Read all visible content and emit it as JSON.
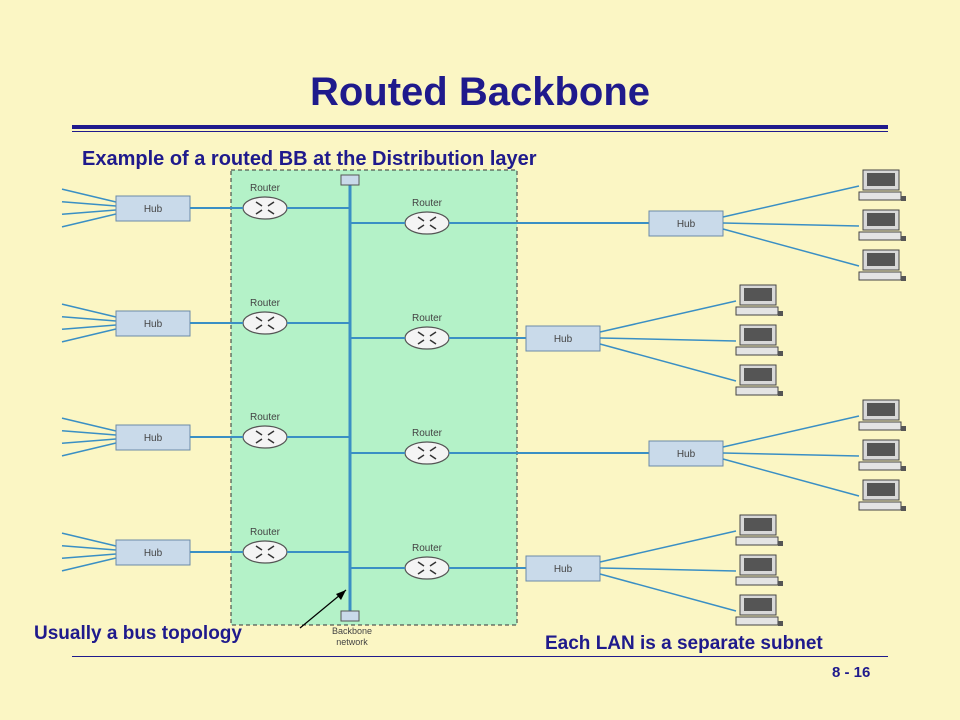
{
  "title": "Routed Backbone",
  "subtitle": "Example of a routed BB at the Distribution layer",
  "notes": {
    "bus": "Usually a bus topology",
    "subnet": "Each LAN is a separate subnet"
  },
  "page_number": "8 - 16",
  "labels": {
    "hub": "Hub",
    "router": "Router",
    "backbone_line1": "Backbone",
    "backbone_line2": "network"
  },
  "colors": {
    "background": "#fbf6c4",
    "heading": "#1f1a8c",
    "backbone_zone": "#b4f2c8",
    "link": "#3a8fc4",
    "device_fill": "#c9daea"
  },
  "icons": {
    "router": "router-icon",
    "computer": "computer-icon",
    "hub": "hub-icon"
  }
}
